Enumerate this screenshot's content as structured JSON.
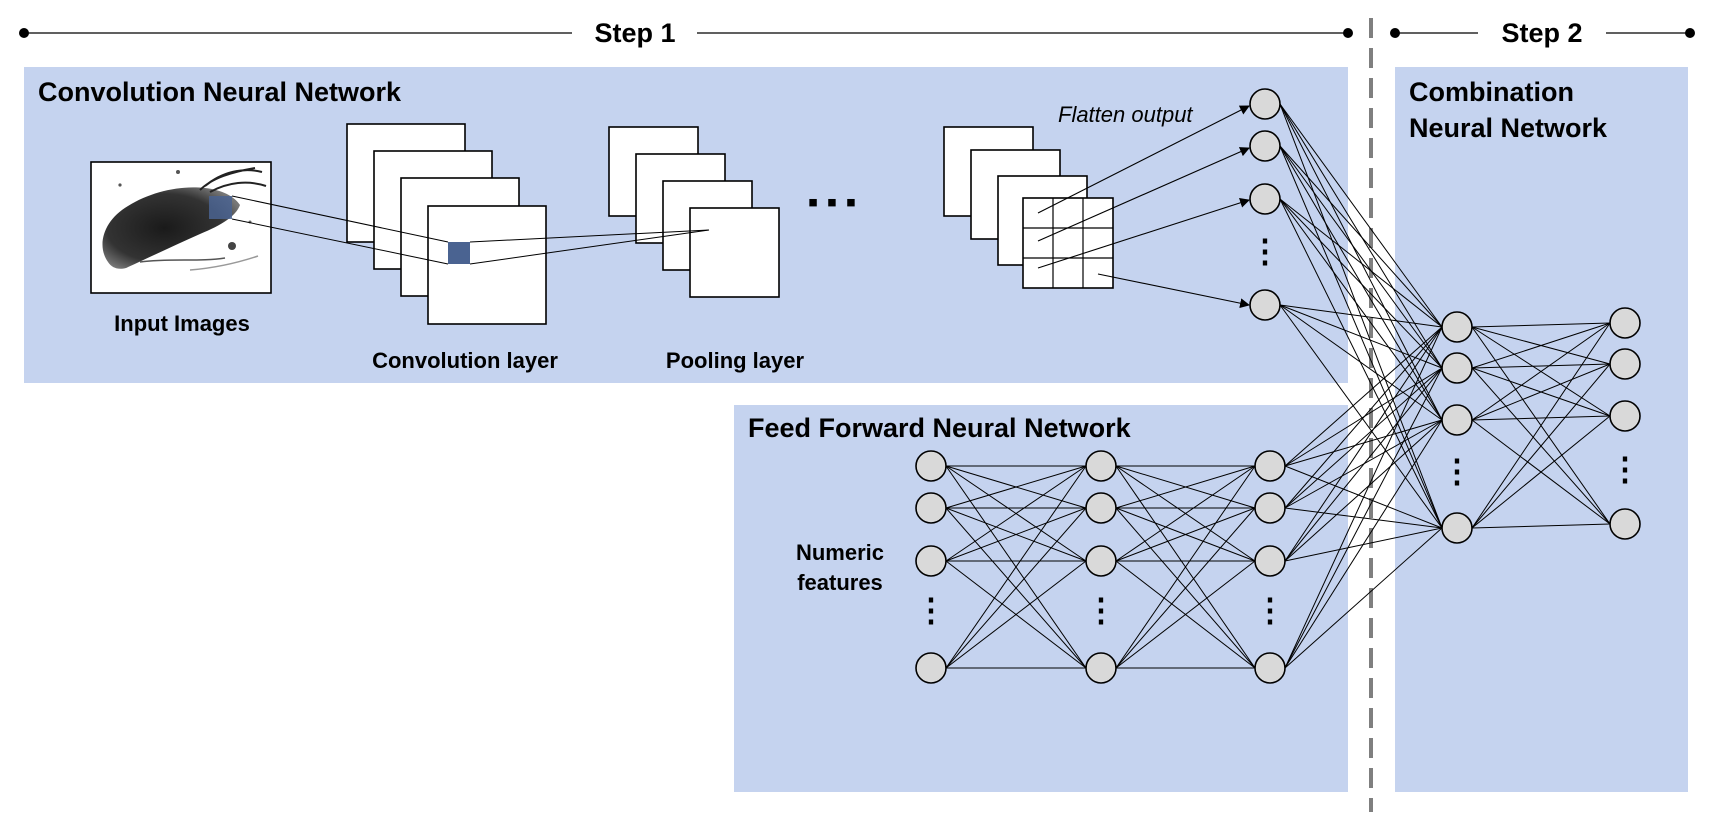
{
  "colors": {
    "panel": "#c5d3ef",
    "neuron_fill": "#d9d9d9",
    "highlight_patch": "#4a6391",
    "divider": "#7f7f7f"
  },
  "steps": {
    "step1": "Step 1",
    "step2": "Step 2"
  },
  "panels": {
    "cnn_title": "Convolution Neural Network",
    "ffnn_title": "Feed Forward Neural Network",
    "combo_title_line1": "Combination",
    "combo_title_line2": "Neural Network"
  },
  "labels": {
    "input_images": "Input Images",
    "convolution_layer": "Convolution layer",
    "pooling_layer": "Pooling layer",
    "flatten_output": "Flatten output",
    "numeric_features_line1": "Numeric",
    "numeric_features_line2": "features"
  },
  "glyphs": {
    "ellipsis_horizontal": "▪ ▪ ▪",
    "ellipsis_vertical": "⋮"
  },
  "icons": {
    "input_image": "zooplankton-photo-icon"
  }
}
